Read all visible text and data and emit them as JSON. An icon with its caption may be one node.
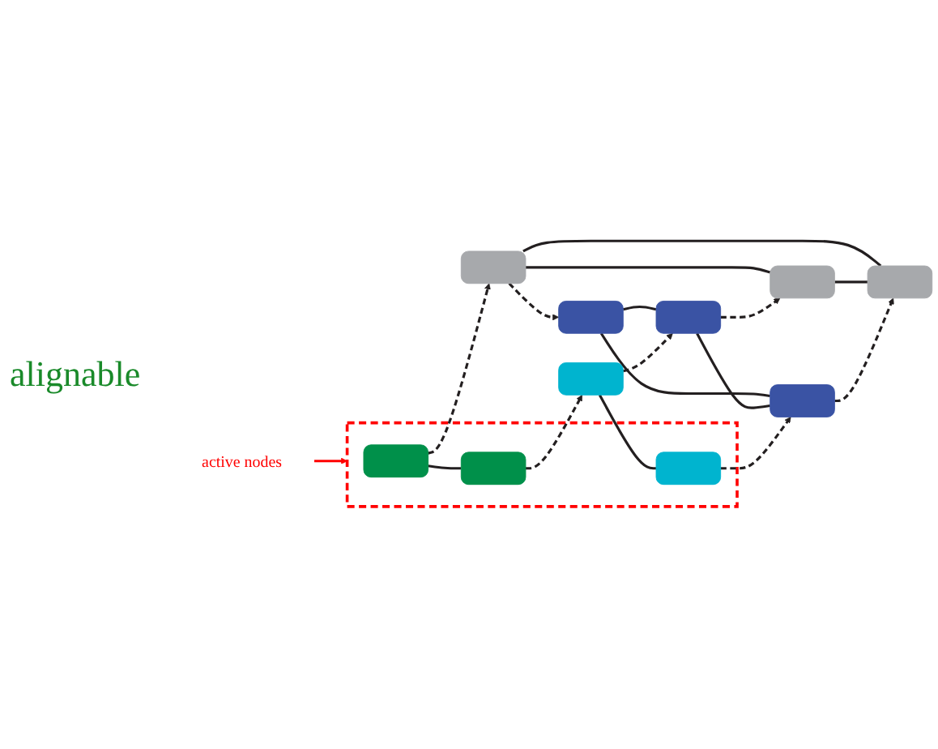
{
  "diagram": {
    "nodes": [
      {
        "text": [],
        "shape": "box"
      },
      {
        "text": [],
        "shape": "box",
        "in": 0
      },
      {
        "text": [],
        "shape": "box"
      },
      {
        "text": [],
        "shape": "box"
      },
      {
        "text": [],
        "shape": "box",
        "in": 0
      },
      {
        "text": [],
        "shape": "box"
      },
      {
        "text": [],
        "shape": "box"
      },
      {
        "text": [],
        "shape": "box"
      },
      {
        "text": [
          "active nodes"
        ]
      },
      {
        "text": [],
        "shape": "box",
        "in": 0
      },
      {
        "text": [],
        "shape": "box"
      },
      {
        "text": [],
        "shape": "box"
      }
    ],
    "edges": [
      {
        "from": 1,
        "to": 2,
        "arrow": "to",
        "style": "dashed"
      },
      {
        "from": 2,
        "to": 3,
        "arrow": "to",
        "style": "dashed"
      },
      {
        "from": 1,
        "to": 4,
        "arrow": "none"
      },
      {
        "from": 2,
        "to": 7,
        "arrow": "none"
      },
      {
        "from": 2,
        "to": 11,
        "arrow": "none"
      },
      {
        "from": 3,
        "to": 6,
        "arrow": "none"
      },
      {
        "from": 3,
        "to": 10,
        "arrow": "none"
      },
      {
        "from": 4,
        "to": 5,
        "arrow": "to",
        "style": "dashed"
      },
      {
        "from": 5,
        "to": 6,
        "arrow": "to",
        "style": "dashed"
      },
      {
        "from": 6,
        "to": 7,
        "arrow": "to",
        "style": "dashed"
      },
      {
        "from": 5,
        "to": 9,
        "arrow": "none"
      },
      {
        "from": 6,
        "to": 10,
        "arrow": "none"
      },
      {
        "from": 7,
        "to": 11,
        "arrow": "none"
      },
      {
        "from": 8,
        "to": 0,
        "arrow": "to",
        "color": "#ff0000"
      },
      {
        "from": 9,
        "to": 10,
        "arrow": "to",
        "style": "dashed"
      },
      {
        "from": 10,
        "to": 11,
        "arrow": "to",
        "style": "dashed"
      }
    ],
    "labels": [
      "alignable"
    ]
  }
}
